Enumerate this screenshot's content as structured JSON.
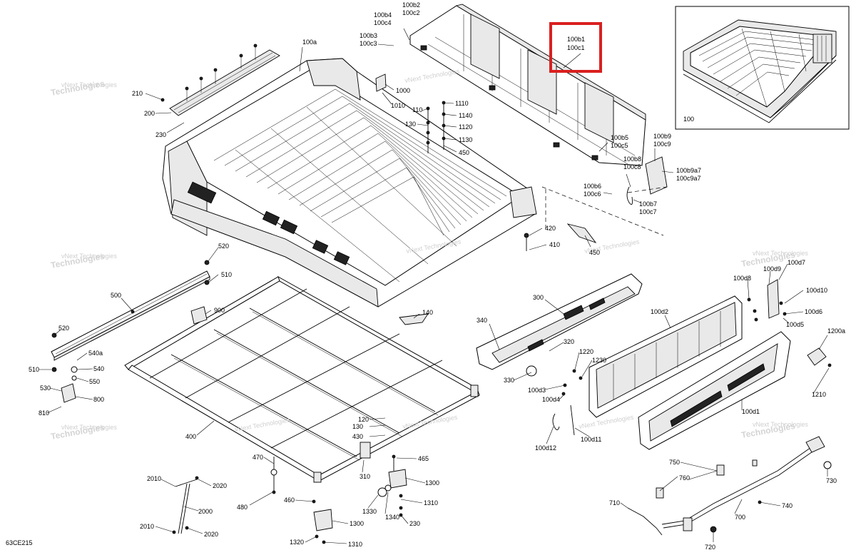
{
  "diagram_code": "63CE215",
  "watermark": {
    "line1": "vNext",
    "line2": "Technologies",
    "line3": "vNext Technologies"
  },
  "callouts": [
    {
      "key": "c100a",
      "text": "100a"
    },
    {
      "key": "c100b4",
      "text": "100b4"
    },
    {
      "key": "c100c4",
      "text": "100c4"
    },
    {
      "key": "c100b2",
      "text": "100b2"
    },
    {
      "key": "c100c2",
      "text": "100c2"
    },
    {
      "key": "c100b3",
      "text": "100b3"
    },
    {
      "key": "c100c3",
      "text": "100c3"
    },
    {
      "key": "c100b1",
      "text": "100b1"
    },
    {
      "key": "c100c1",
      "text": "100c1"
    },
    {
      "key": "c100",
      "text": "100"
    },
    {
      "key": "c210",
      "text": "210"
    },
    {
      "key": "c200",
      "text": "200"
    },
    {
      "key": "c230",
      "text": "230"
    },
    {
      "key": "c1000",
      "text": "1000"
    },
    {
      "key": "c1010",
      "text": "1010"
    },
    {
      "key": "c110",
      "text": "110"
    },
    {
      "key": "c1110",
      "text": "1110"
    },
    {
      "key": "c1140",
      "text": "1140"
    },
    {
      "key": "c1120",
      "text": "1120"
    },
    {
      "key": "c130a",
      "text": "130"
    },
    {
      "key": "c1130",
      "text": "1130"
    },
    {
      "key": "c450a",
      "text": "450"
    },
    {
      "key": "c100b5",
      "text": "100b5"
    },
    {
      "key": "c100c5",
      "text": "100c5"
    },
    {
      "key": "c100b9",
      "text": "100b9"
    },
    {
      "key": "c100c9",
      "text": "100c9"
    },
    {
      "key": "c100b8",
      "text": "100b8"
    },
    {
      "key": "c100c8",
      "text": "100c8"
    },
    {
      "key": "c100b9a7",
      "text": "100b9a7"
    },
    {
      "key": "c100c9a7",
      "text": "100c9a7"
    },
    {
      "key": "c100b6",
      "text": "100b6"
    },
    {
      "key": "c100c6",
      "text": "100c6"
    },
    {
      "key": "c100b7",
      "text": "100b7"
    },
    {
      "key": "c100c7",
      "text": "100c7"
    },
    {
      "key": "c420",
      "text": "420"
    },
    {
      "key": "c410",
      "text": "410"
    },
    {
      "key": "c450b",
      "text": "450"
    },
    {
      "key": "c520a",
      "text": "520"
    },
    {
      "key": "c510a",
      "text": "510"
    },
    {
      "key": "c500",
      "text": "500"
    },
    {
      "key": "c900",
      "text": "900"
    },
    {
      "key": "c140",
      "text": "140"
    },
    {
      "key": "c300",
      "text": "300"
    },
    {
      "key": "c340",
      "text": "340"
    },
    {
      "key": "c100d2",
      "text": "100d2"
    },
    {
      "key": "c100d8",
      "text": "100d8"
    },
    {
      "key": "c100d9",
      "text": "100d9"
    },
    {
      "key": "c100d7",
      "text": "100d7"
    },
    {
      "key": "c100d10",
      "text": "100d10"
    },
    {
      "key": "c100d6",
      "text": "100d6"
    },
    {
      "key": "c100d5",
      "text": "100d5"
    },
    {
      "key": "c1200a",
      "text": "1200a"
    },
    {
      "key": "c520b",
      "text": "520"
    },
    {
      "key": "c540a",
      "text": "540a"
    },
    {
      "key": "c510b",
      "text": "510"
    },
    {
      "key": "c540",
      "text": "540"
    },
    {
      "key": "c530",
      "text": "530"
    },
    {
      "key": "c550",
      "text": "550"
    },
    {
      "key": "c800",
      "text": "800"
    },
    {
      "key": "c810",
      "text": "810"
    },
    {
      "key": "c320",
      "text": "320"
    },
    {
      "key": "c1220",
      "text": "1220"
    },
    {
      "key": "c1230",
      "text": "1230"
    },
    {
      "key": "c330",
      "text": "330"
    },
    {
      "key": "c100d3",
      "text": "100d3"
    },
    {
      "key": "c100d4",
      "text": "100d4"
    },
    {
      "key": "c1210",
      "text": "1210"
    },
    {
      "key": "c100d1",
      "text": "100d1"
    },
    {
      "key": "c120",
      "text": "120"
    },
    {
      "key": "c130b",
      "text": "130"
    },
    {
      "key": "c430",
      "text": "430"
    },
    {
      "key": "c400",
      "text": "400"
    },
    {
      "key": "c100d12",
      "text": "100d12"
    },
    {
      "key": "c100d11",
      "text": "100d11"
    },
    {
      "key": "c470",
      "text": "470"
    },
    {
      "key": "c465",
      "text": "465"
    },
    {
      "key": "c310",
      "text": "310"
    },
    {
      "key": "c750",
      "text": "750"
    },
    {
      "key": "c760",
      "text": "760"
    },
    {
      "key": "c730",
      "text": "730"
    },
    {
      "key": "c2010a",
      "text": "2010"
    },
    {
      "key": "c2020a",
      "text": "2020"
    },
    {
      "key": "c1300a",
      "text": "1300"
    },
    {
      "key": "c480",
      "text": "480"
    },
    {
      "key": "c460",
      "text": "460"
    },
    {
      "key": "c1310",
      "text": "1310"
    },
    {
      "key": "c1330",
      "text": "1330"
    },
    {
      "key": "c1340",
      "text": "1340"
    },
    {
      "key": "c2000",
      "text": "2000"
    },
    {
      "key": "c710",
      "text": "710"
    },
    {
      "key": "c740",
      "text": "740"
    },
    {
      "key": "c700",
      "text": "700"
    },
    {
      "key": "c1300b",
      "text": "1300"
    },
    {
      "key": "c230b",
      "text": "230"
    },
    {
      "key": "c2010b",
      "text": "2010"
    },
    {
      "key": "c2020b",
      "text": "2020"
    },
    {
      "key": "c1320",
      "text": "1320"
    },
    {
      "key": "c1310b",
      "text": "1310"
    },
    {
      "key": "c720",
      "text": "720"
    }
  ],
  "highlight": {
    "color": "#d9201f",
    "target": "100b1 / 100c1"
  }
}
